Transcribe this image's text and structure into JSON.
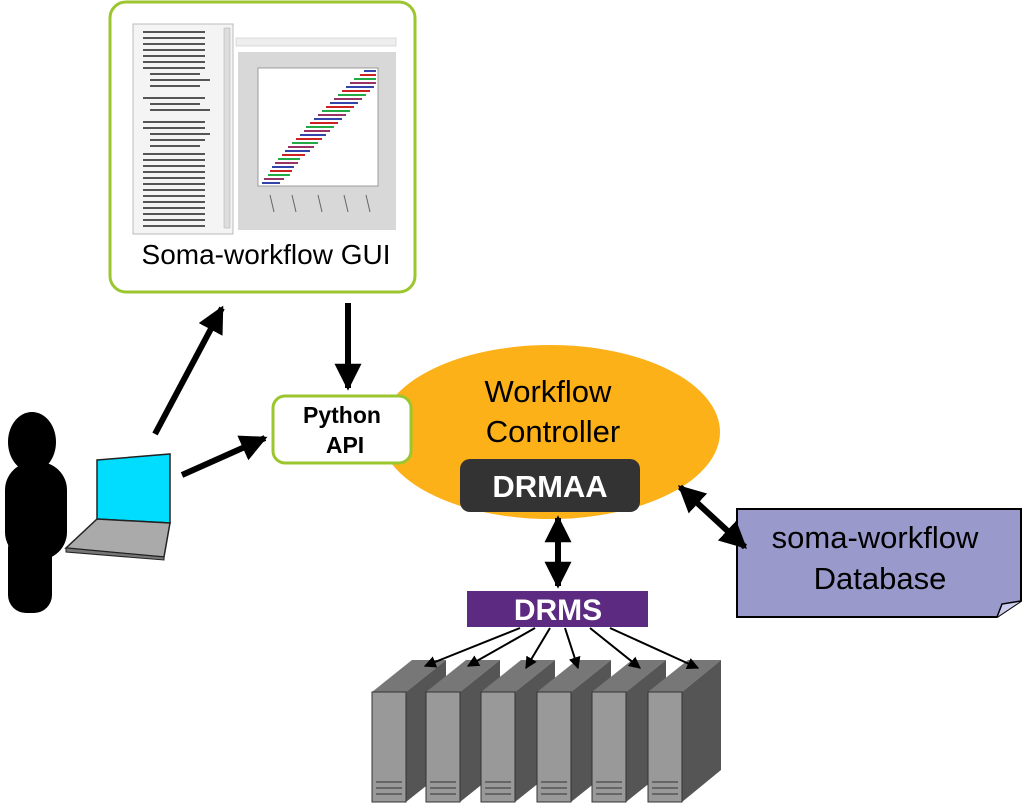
{
  "gui": {
    "label": "Soma-workflow GUI"
  },
  "api": {
    "line1": "Python",
    "line2": "API"
  },
  "controller": {
    "line1": "Workflow",
    "line2": "Controller",
    "drmaa": "DRMAA"
  },
  "drms": {
    "label": "DRMS"
  },
  "database": {
    "line1": "soma-workflow",
    "line2": "Database"
  },
  "colors": {
    "gui_border": "#9bc62e",
    "controller_fill": "#fcb119",
    "drmaa_fill": "#333333",
    "drms_fill": "#5c2a80",
    "database_fill": "#9999cc",
    "screen_fill": "#00ddff",
    "server_fill": "#999999"
  }
}
